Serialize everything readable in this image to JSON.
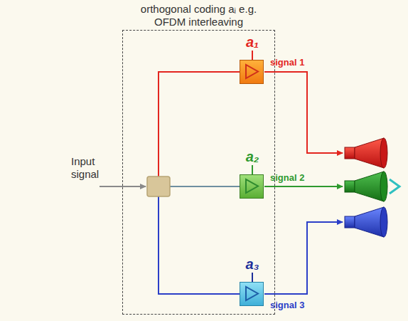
{
  "diagram": {
    "nodes": [
      {
        "text": [
          "orthogonal coding aᵢ e.g. OFDM interleaving"
        ]
      },
      {
        "text": [
          "a₁"
        ],
        "in": 0
      },
      {
        "text": [
          "a₂"
        ],
        "in": 0
      },
      {
        "text": [
          "a₃"
        ],
        "in": 0
      }
    ],
    "labels": [
      "Input signal",
      "signal 1",
      "signal 2",
      "signal 3"
    ]
  }
}
